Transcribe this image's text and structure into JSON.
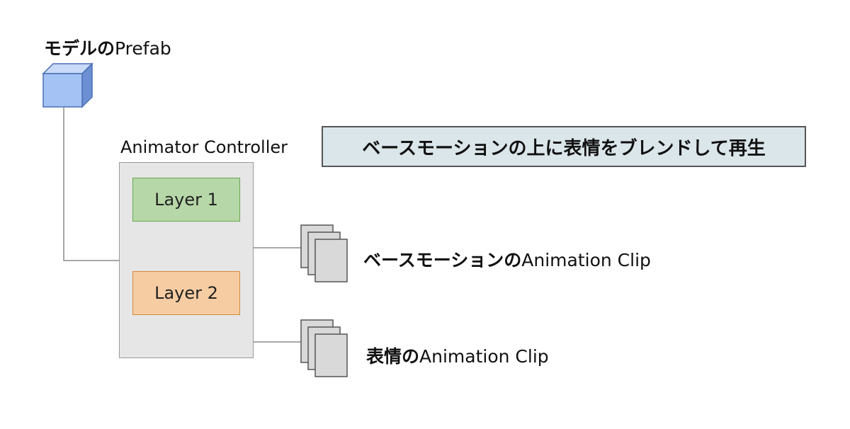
{
  "prefab": {
    "label_bold": "モデルの",
    "label_regular": "Prefab",
    "icon": "cube-icon",
    "color": "#a4c2f4"
  },
  "controller": {
    "label": "Animator Controller",
    "layers": [
      {
        "label": "Layer 1",
        "color": "#b6d7a8"
      },
      {
        "label": "Layer 2",
        "color": "#f6cda3"
      }
    ]
  },
  "headline": "ベースモーションの上に表情をブレンドして再生",
  "clips": [
    {
      "label_bold": "ベースモーションの",
      "label_regular": "Animation Clip",
      "icon": "file-stack-icon"
    },
    {
      "label_bold": "表情の",
      "label_regular": "Animation Clip",
      "icon": "file-stack-icon"
    }
  ]
}
